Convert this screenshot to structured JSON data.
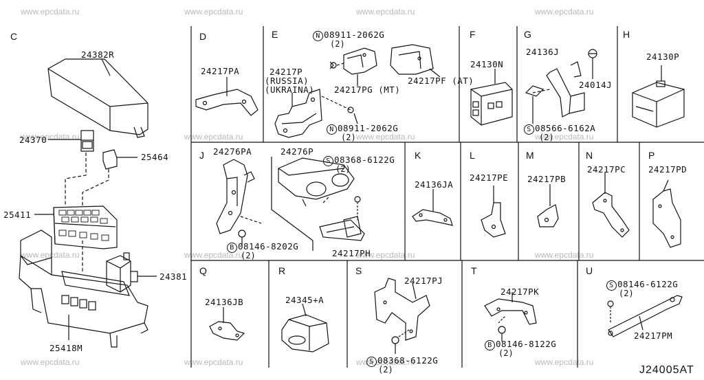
{
  "watermarks": [
    "www.epcdata.ru"
  ],
  "diagram_code": "J24005AT",
  "sections": {
    "C": {
      "letter": "C",
      "parts": [
        "24382R",
        "24370",
        "25464",
        "25411",
        "24381",
        "25418M"
      ]
    },
    "D": {
      "letter": "D",
      "parts": [
        "24217PA"
      ]
    },
    "E": {
      "letter": "E",
      "parts": [
        "08911-2062G",
        "24217P",
        "(RUSSIA)",
        "(UKRAINA)",
        "24217PG (MT)",
        "24217PF (AT)",
        "08911-2062G"
      ],
      "counts": [
        "(2)",
        "(2)"
      ]
    },
    "F": {
      "letter": "F",
      "parts": [
        "24130N"
      ]
    },
    "G": {
      "letter": "G",
      "parts": [
        "24136J",
        "24014J",
        "08566-6162A"
      ],
      "counts": [
        "(2)"
      ]
    },
    "H": {
      "letter": "H",
      "parts": [
        "24130P"
      ]
    },
    "J": {
      "letter": "J",
      "parts": [
        "24276PA",
        "24276P",
        "08368-6122G",
        "08146-8202G",
        "24217PH"
      ],
      "counts": [
        "(2)",
        "(2)"
      ]
    },
    "K": {
      "letter": "K",
      "parts": [
        "24136JA"
      ]
    },
    "L": {
      "letter": "L",
      "parts": [
        "24217PE"
      ]
    },
    "M": {
      "letter": "M",
      "parts": [
        "24217PB"
      ]
    },
    "N": {
      "letter": "N",
      "parts": [
        "24217PC"
      ]
    },
    "P": {
      "letter": "P",
      "parts": [
        "24217PD"
      ]
    },
    "Q": {
      "letter": "Q",
      "parts": [
        "24136JB"
      ]
    },
    "R": {
      "letter": "R",
      "parts": [
        "24345+A"
      ]
    },
    "S": {
      "letter": "S",
      "parts": [
        "24217PJ",
        "08368-6122G"
      ],
      "counts": [
        "(2)"
      ]
    },
    "T": {
      "letter": "T",
      "parts": [
        "24217PK",
        "08146-8122G"
      ],
      "counts": [
        "(2)"
      ]
    },
    "U": {
      "letter": "U",
      "parts": [
        "08146-6122G",
        "24217PM"
      ],
      "counts": [
        "(2)"
      ]
    }
  },
  "prefixes": {
    "N": "N",
    "S": "S",
    "B": "B"
  }
}
